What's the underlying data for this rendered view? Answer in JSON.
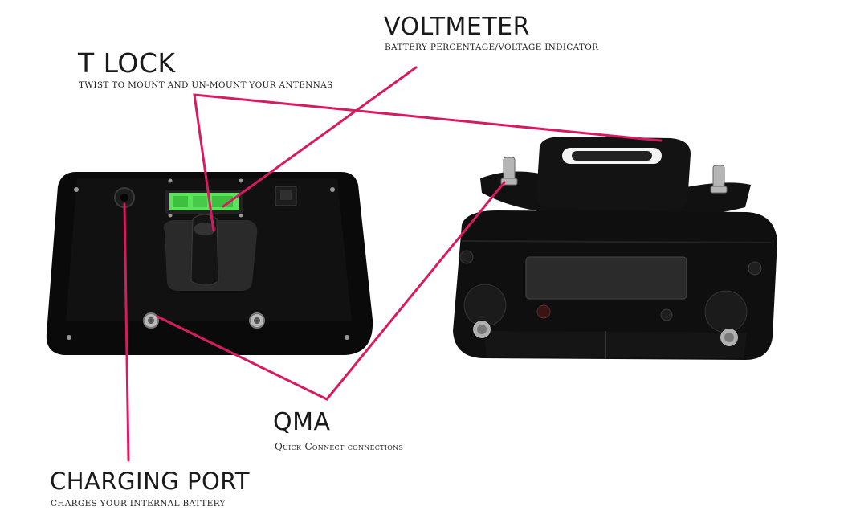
{
  "labels": {
    "voltmeter": {
      "title": "VOLTMETER",
      "subtitle": "battery percentage/voltage indicator"
    },
    "t_lock": {
      "title": "T LOCK",
      "subtitle": "twist to mount and un-mount your antennas"
    },
    "qma": {
      "title": "QMA",
      "subtitle": "Quick Connect connections"
    },
    "charging_port": {
      "title": "CHARGING PORT",
      "subtitle": "charges your internal battery"
    }
  },
  "colors": {
    "callout_line": "#d81b60",
    "device_body": "#0d0d0d",
    "lcd_screen": "#5be35b",
    "background": "#ffffff"
  }
}
